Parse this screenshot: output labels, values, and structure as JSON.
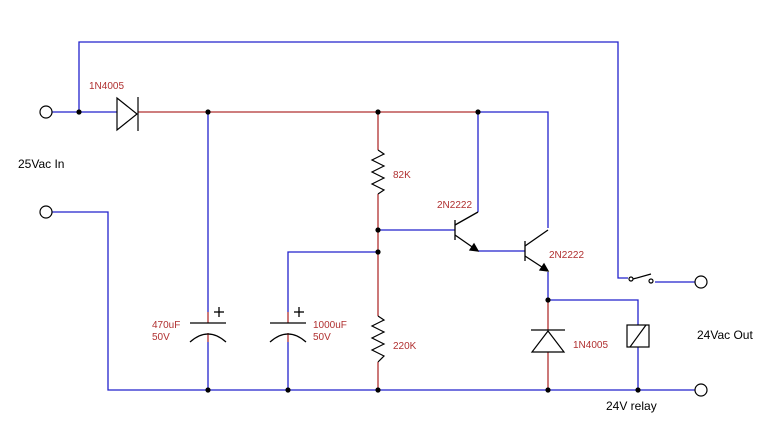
{
  "colors": {
    "wire": "#2222cc",
    "component": "#b03030",
    "symbol": "#000000",
    "background": "#ffffff"
  },
  "labels": {
    "input": "25Vac In",
    "output": "24Vac Out",
    "relay": "24V relay"
  },
  "components": {
    "d1": {
      "part": "1N4005"
    },
    "d2": {
      "part": "1N4005"
    },
    "c1": {
      "value": "470uF",
      "voltage": "50V"
    },
    "c2": {
      "value": "1000uF",
      "voltage": "50V"
    },
    "r1": {
      "value": "82K"
    },
    "r2": {
      "value": "220K"
    },
    "q1": {
      "part": "2N2222"
    },
    "q2": {
      "part": "2N2222"
    }
  }
}
